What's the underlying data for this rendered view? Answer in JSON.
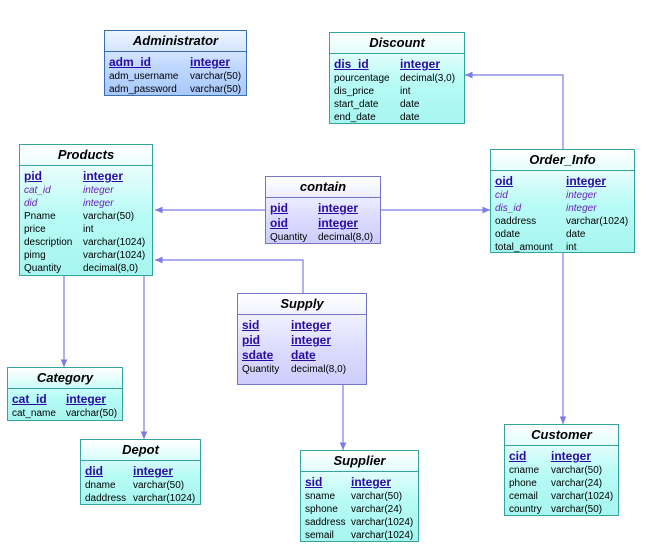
{
  "entities": {
    "administrator": {
      "title": "Administrator",
      "rows": [
        {
          "name": "adm_id",
          "type": "integer"
        },
        {
          "name": "adm_username",
          "type": "varchar(50)"
        },
        {
          "name": "adm_password",
          "type": "varchar(50)"
        }
      ]
    },
    "discount": {
      "title": "Discount",
      "rows": [
        {
          "name": "dis_id",
          "type": "integer"
        },
        {
          "name": "pourcentage",
          "type": "decimal(3,0)"
        },
        {
          "name": "dis_price",
          "type": "int"
        },
        {
          "name": "start_date",
          "type": "date"
        },
        {
          "name": "end_date",
          "type": "date"
        }
      ]
    },
    "products": {
      "title": "Products",
      "rows": [
        {
          "name": "pid",
          "type": "integer"
        },
        {
          "name": "cat_id",
          "type": "integer"
        },
        {
          "name": "did",
          "type": "integer"
        },
        {
          "name": "Pname",
          "type": "varchar(50)"
        },
        {
          "name": "price",
          "type": "int"
        },
        {
          "name": "description",
          "type": "varchar(1024)"
        },
        {
          "name": "pimg",
          "type": "varchar(1024)"
        },
        {
          "name": "Quantity",
          "type": "decimal(8,0)"
        }
      ]
    },
    "contain": {
      "title": "contain",
      "rows": [
        {
          "name": "pid",
          "type": "integer"
        },
        {
          "name": "oid",
          "type": "integer"
        },
        {
          "name": "Quantity",
          "type": "decimal(8,0)"
        }
      ]
    },
    "order_info": {
      "title": "Order_Info",
      "rows": [
        {
          "name": "oid",
          "type": "integer"
        },
        {
          "name": "cid",
          "type": "integer"
        },
        {
          "name": "dis_id",
          "type": "integer"
        },
        {
          "name": "oaddress",
          "type": "varchar(1024)"
        },
        {
          "name": "odate",
          "type": "date"
        },
        {
          "name": "total_amount",
          "type": "int"
        }
      ]
    },
    "supply": {
      "title": "Supply",
      "rows": [
        {
          "name": "sid",
          "type": "integer"
        },
        {
          "name": "pid",
          "type": "integer"
        },
        {
          "name": "sdate",
          "type": "date"
        },
        {
          "name": "Quantity",
          "type": "decimal(8,0)"
        }
      ]
    },
    "category": {
      "title": "Category",
      "rows": [
        {
          "name": "cat_id",
          "type": "integer"
        },
        {
          "name": "cat_name",
          "type": "varchar(50)"
        }
      ]
    },
    "depot": {
      "title": "Depot",
      "rows": [
        {
          "name": "did",
          "type": "integer"
        },
        {
          "name": "dname",
          "type": "varchar(50)"
        },
        {
          "name": "daddress",
          "type": "varchar(1024)"
        }
      ]
    },
    "supplier": {
      "title": "Supplier",
      "rows": [
        {
          "name": "sid",
          "type": "integer"
        },
        {
          "name": "sname",
          "type": "varchar(50)"
        },
        {
          "name": "sphone",
          "type": "varchar(24)"
        },
        {
          "name": "saddress",
          "type": "varchar(1024)"
        },
        {
          "name": "semail",
          "type": "varchar(1024)"
        }
      ]
    },
    "customer": {
      "title": "Customer",
      "rows": [
        {
          "name": "cid",
          "type": "integer"
        },
        {
          "name": "cname",
          "type": "varchar(50)"
        },
        {
          "name": "phone",
          "type": "varchar(24)"
        },
        {
          "name": "cemail",
          "type": "varchar(1024)"
        },
        {
          "name": "country",
          "type": "varchar(50)"
        }
      ]
    }
  },
  "colors": {
    "connector": "#7b7bea",
    "primary_key_text": "#2a0aa6",
    "foreign_key_text": "#6a1fbf"
  }
}
